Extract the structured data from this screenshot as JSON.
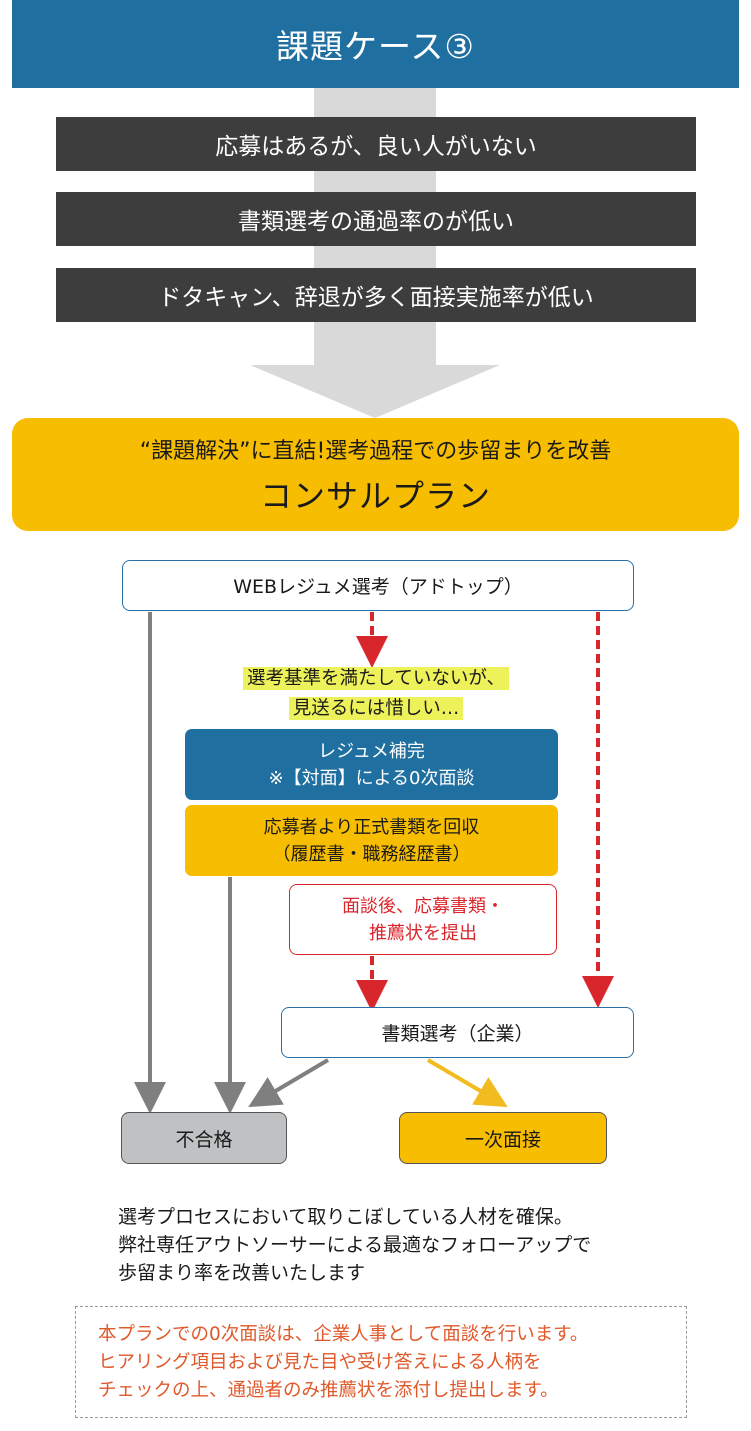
{
  "header": {
    "title": "課題ケース③"
  },
  "issues": [
    "応募はあるが、良い人がいない",
    "書類選考の通過率のが低い",
    "ドタキャン、辞退が多く面接実施率が低い"
  ],
  "plan": {
    "subtitle": "“課題解決”に直結!選考過程での歩留まりを改善",
    "name": "コンサルプラン"
  },
  "flow": {
    "web_screening": "WEBレジュメ選考（アドトップ）",
    "note_line1": "選考基準を満たしていないが、",
    "note_line2": "見送るには惜しい…",
    "resume_line1": "レジュメ補完",
    "resume_line2": "※【対面】による0次面談",
    "collect_line1": "応募者より正式書類を回収",
    "collect_line2": "（履歴書・職務経歴書）",
    "submit_line1": "面談後、応募書類・",
    "submit_line2": "推薦状を提出",
    "doc_screening": "書類選考（企業）",
    "fail": "不合格",
    "pass": "一次面接"
  },
  "summary": [
    "選考プロセスにおいて取りこぼしている人材を確保。",
    "弊社専任アウトソーサーによる最適なフォローアップで",
    "歩留まり率を改善いたします"
  ],
  "footer_note": [
    "本プランでの0次面談は、企業人事として面談を行います。",
    "ヒアリング項目および見た目や受け答えによる人柄を",
    "チェックの上、通過者のみ推薦状を添付し提出します。"
  ],
  "colors": {
    "blue": "#1f6fa0",
    "yellow": "#f7bd00",
    "dark": "#3d3d3d",
    "red": "#d9262c",
    "gray": "#7f7f7f",
    "orange_text": "#e0592a"
  }
}
